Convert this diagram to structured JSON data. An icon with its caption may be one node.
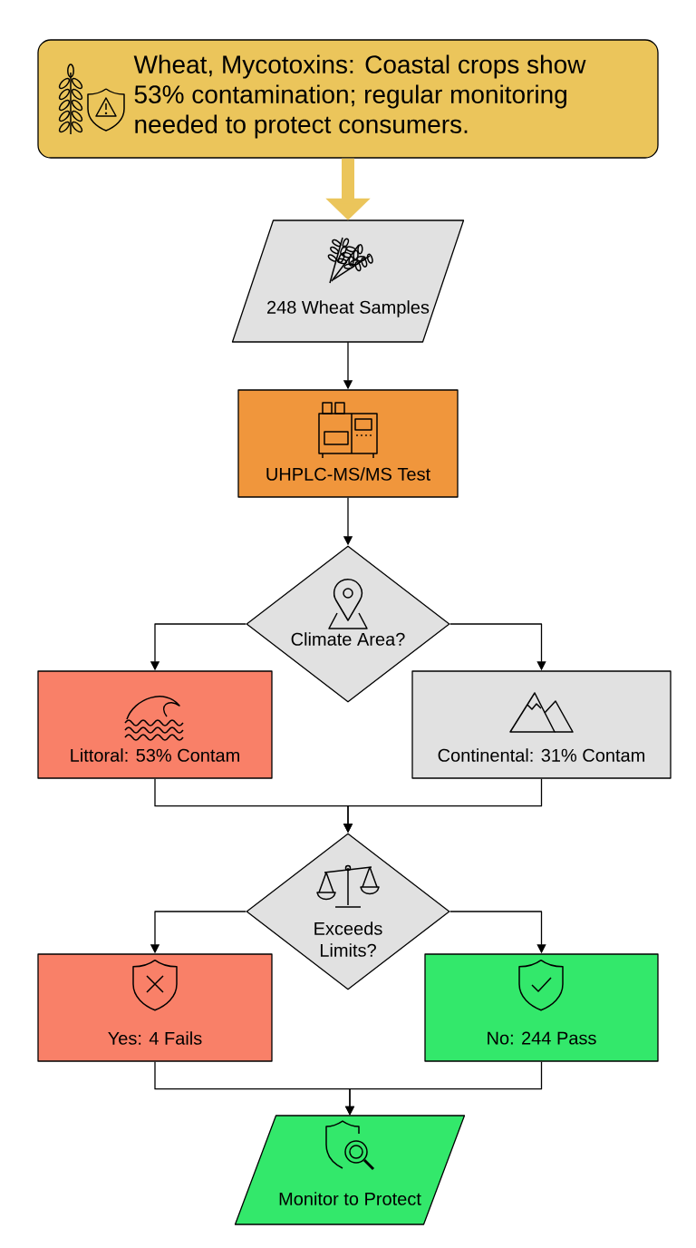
{
  "diagram": {
    "nodes": [
      {
        "text": [
          "Wheat, Mycotoxins: Coastal crops show 53% contamination; regular monitoring needed to protect consumers."
        ]
      },
      {
        "text": [
          "248 Wheat Samples"
        ]
      },
      {
        "text": [
          "UHPLC-MS/MS Test"
        ]
      },
      {
        "text": [
          "Climate Area?"
        ]
      },
      {
        "text": [
          "Littoral: 53% Contam"
        ]
      },
      {
        "text": [
          "Continental: 31% Contam"
        ]
      },
      {
        "text": [
          "Exceeds Limits?"
        ]
      },
      {
        "text": [
          "Yes: 4 Fails"
        ]
      },
      {
        "text": [
          "No: 244 Pass"
        ]
      },
      {
        "text": [
          "Monitor to Protect"
        ]
      }
    ],
    "edges": [
      {
        "from": 0,
        "to": 1,
        "arrow": "to",
        "style": "thick",
        "color": "#ebc55b"
      },
      {
        "from": 1,
        "to": 2,
        "arrow": "to"
      },
      {
        "from": 2,
        "to": 3,
        "arrow": "to"
      },
      {
        "from": 3,
        "to": 4,
        "arrow": "to"
      },
      {
        "from": 3,
        "to": 5,
        "arrow": "to"
      },
      {
        "from": 4,
        "to": 6,
        "arrow": "to"
      },
      {
        "from": 5,
        "to": 6,
        "arrow": "to"
      },
      {
        "from": 6,
        "to": 7,
        "arrow": "to"
      },
      {
        "from": 6,
        "to": 8,
        "arrow": "to"
      },
      {
        "from": 7,
        "to": 9,
        "arrow": "to"
      },
      {
        "from": 8,
        "to": 9,
        "arrow": "to"
      }
    ]
  }
}
